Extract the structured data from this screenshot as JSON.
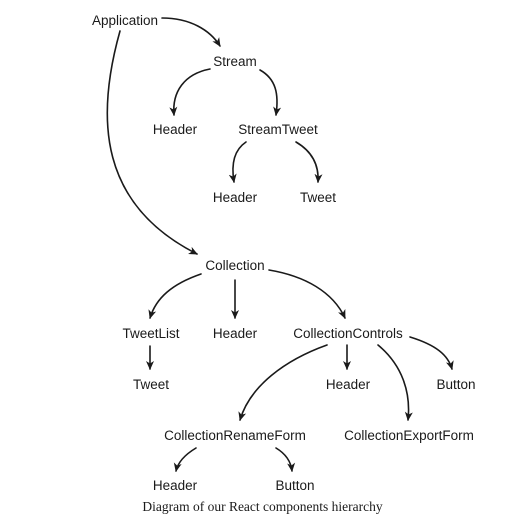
{
  "diagram": {
    "nodes": {
      "application": "Application",
      "stream": "Stream",
      "stream_header": "Header",
      "stream_tweet": "StreamTweet",
      "streamtweet_header": "Header",
      "streamtweet_tweet": "Tweet",
      "collection": "Collection",
      "tweet_list": "TweetList",
      "collection_header": "Header",
      "collection_controls": "CollectionControls",
      "tweetlist_tweet": "Tweet",
      "controls_header": "Header",
      "controls_button": "Button",
      "rename_form": "CollectionRenameForm",
      "export_form": "CollectionExportForm",
      "rename_header": "Header",
      "rename_button": "Button"
    },
    "edges": [
      {
        "from": "application",
        "to": "stream"
      },
      {
        "from": "application",
        "to": "collection"
      },
      {
        "from": "stream",
        "to": "stream_header"
      },
      {
        "from": "stream",
        "to": "stream_tweet"
      },
      {
        "from": "stream_tweet",
        "to": "streamtweet_header"
      },
      {
        "from": "stream_tweet",
        "to": "streamtweet_tweet"
      },
      {
        "from": "collection",
        "to": "tweet_list"
      },
      {
        "from": "collection",
        "to": "collection_header"
      },
      {
        "from": "collection",
        "to": "collection_controls"
      },
      {
        "from": "tweet_list",
        "to": "tweetlist_tweet"
      },
      {
        "from": "collection_controls",
        "to": "controls_header"
      },
      {
        "from": "collection_controls",
        "to": "controls_button"
      },
      {
        "from": "collection_controls",
        "to": "rename_form"
      },
      {
        "from": "collection_controls",
        "to": "export_form"
      },
      {
        "from": "rename_form",
        "to": "rename_header"
      },
      {
        "from": "rename_form",
        "to": "rename_button"
      }
    ],
    "caption": "Diagram of our React components hierarchy"
  }
}
